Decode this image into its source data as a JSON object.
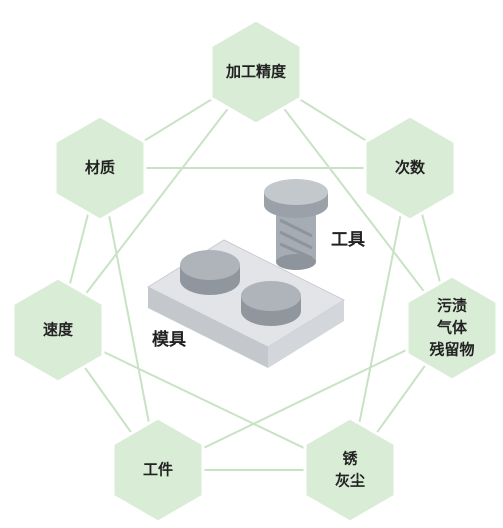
{
  "colors": {
    "hex_fill": "#d9ecd6",
    "hex_stroke": "#ffffff",
    "connector": "#c8e3c4",
    "text": "#222222"
  },
  "factors": [
    {
      "id": "precision",
      "lines": [
        "加工精度"
      ]
    },
    {
      "id": "count",
      "lines": [
        "次数"
      ]
    },
    {
      "id": "contamination",
      "lines": [
        "污渍",
        "气体",
        "残留物"
      ]
    },
    {
      "id": "rust-dust",
      "lines": [
        "锈",
        "灰尘"
      ]
    },
    {
      "id": "workpiece",
      "lines": [
        "工件"
      ]
    },
    {
      "id": "speed",
      "lines": [
        "速度"
      ]
    },
    {
      "id": "material",
      "lines": [
        "材质"
      ]
    }
  ],
  "center": {
    "tool_label": "工具",
    "mold_label": "模具"
  }
}
